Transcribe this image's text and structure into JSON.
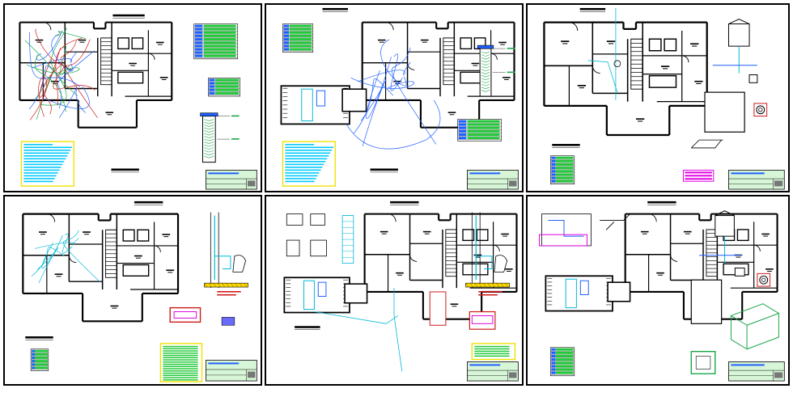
{
  "drawing": {
    "sheets": [
      {
        "id": 1,
        "variant": "electrical-wiring"
      },
      {
        "id": 2,
        "variant": "electrical-bath"
      },
      {
        "id": 3,
        "variant": "water-supply"
      },
      {
        "id": 4,
        "variant": "drainage"
      },
      {
        "id": 5,
        "variant": "drainage-details"
      },
      {
        "id": 6,
        "variant": "water-details"
      }
    ],
    "colors": {
      "line": "#000000",
      "wire_blue": "#1f5fff",
      "wire_green": "#1aa64a",
      "wire_red": "#d01818",
      "pipe_cyan": "#00b8d8",
      "legend_green": "#22c93a",
      "legend_cyan": "#00c8ff",
      "note_yellow": "#f0e000",
      "magenta": "#e000e0",
      "titleblock": "#d7f5d7"
    },
    "icons": [
      "door-swing-icon",
      "stair-icon",
      "water-tank-icon",
      "pump-icon",
      "toilet-icon"
    ]
  }
}
